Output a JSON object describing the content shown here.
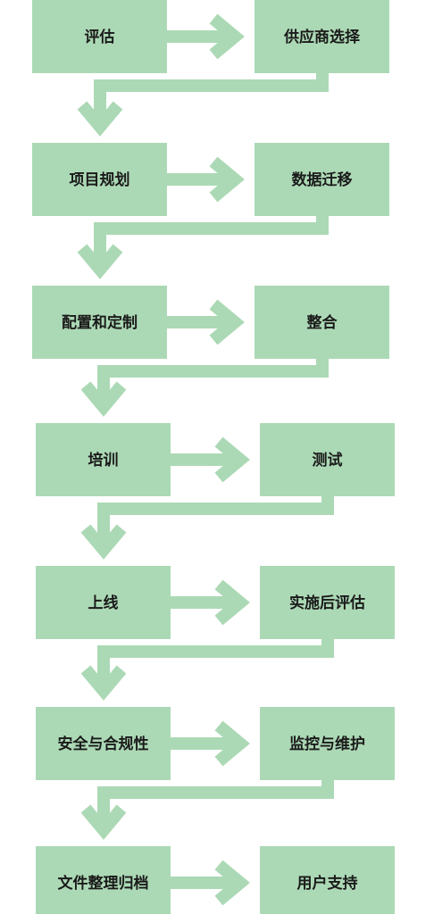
{
  "colors": {
    "box": "#acd9b5",
    "arrow": "#acd9b5",
    "text": "#1a1a1a",
    "background": "#ffffff"
  },
  "steps": [
    {
      "left": "评估",
      "right": "供应商选择"
    },
    {
      "left": "项目规划",
      "right": "数据迁移"
    },
    {
      "left": "配置和定制",
      "right": "整合"
    },
    {
      "left": "培训",
      "right": "测试"
    },
    {
      "left": "上线",
      "right": "实施后评估"
    },
    {
      "left": "安全与合规性",
      "right": "监控与维护"
    },
    {
      "left": "文件整理归档",
      "right": "用户支持"
    }
  ]
}
